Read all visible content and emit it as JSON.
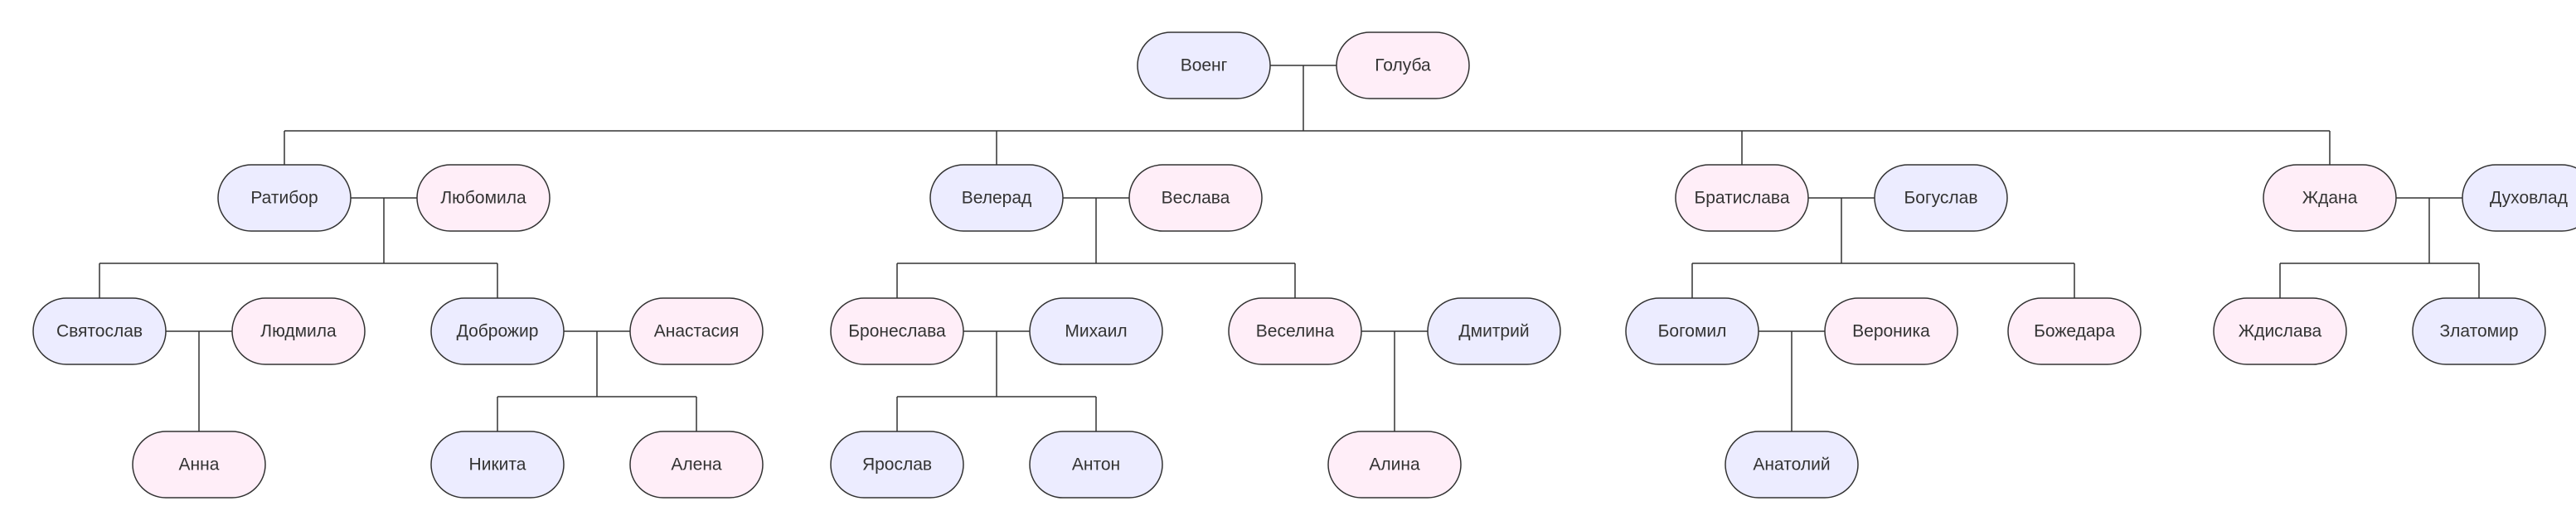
{
  "colors": {
    "male_fill": "#ECECFF",
    "female_fill": "#FFEEF8",
    "stroke": "#333333",
    "text": "#333333"
  },
  "nodes": {
    "voeng": {
      "label": "Военг",
      "gender": "male"
    },
    "goluba": {
      "label": "Голуба",
      "gender": "female"
    },
    "ratibor": {
      "label": "Ратибор",
      "gender": "male"
    },
    "lyubomila": {
      "label": "Любомила",
      "gender": "female"
    },
    "velerad": {
      "label": "Велерад",
      "gender": "male"
    },
    "veslava": {
      "label": "Веслава",
      "gender": "female"
    },
    "bratislava": {
      "label": "Братислава",
      "gender": "female"
    },
    "boguslav": {
      "label": "Богуслав",
      "gender": "male"
    },
    "zhdana": {
      "label": "Ждана",
      "gender": "female"
    },
    "dukhovlad": {
      "label": "Духовлад",
      "gender": "male"
    },
    "svyatoslav": {
      "label": "Святослав",
      "gender": "male"
    },
    "lyudmila": {
      "label": "Людмила",
      "gender": "female"
    },
    "dobrozhir": {
      "label": "Доброжир",
      "gender": "male"
    },
    "anastasiya": {
      "label": "Анастасия",
      "gender": "female"
    },
    "bronislava": {
      "label": "Бронеслава",
      "gender": "female"
    },
    "mikhail": {
      "label": "Михаил",
      "gender": "male"
    },
    "veselina": {
      "label": "Веселина",
      "gender": "female"
    },
    "dmitriy": {
      "label": "Дмитрий",
      "gender": "male"
    },
    "bogomil": {
      "label": "Богомил",
      "gender": "male"
    },
    "veronika": {
      "label": "Вероника",
      "gender": "female"
    },
    "bozhedara": {
      "label": "Божедара",
      "gender": "female"
    },
    "zhdislava": {
      "label": "Ждислава",
      "gender": "female"
    },
    "zlatomir": {
      "label": "Златомир",
      "gender": "male"
    },
    "anna": {
      "label": "Анна",
      "gender": "female"
    },
    "nikita": {
      "label": "Никита",
      "gender": "male"
    },
    "alena": {
      "label": "Алена",
      "gender": "female"
    },
    "yaroslav": {
      "label": "Ярослав",
      "gender": "male"
    },
    "anton": {
      "label": "Антон",
      "gender": "male"
    },
    "alina": {
      "label": "Алина",
      "gender": "female"
    },
    "anatoliy": {
      "label": "Анатолий",
      "gender": "male"
    }
  },
  "families": [
    {
      "parents": [
        "voeng",
        "goluba"
      ],
      "children": [
        "ratibor",
        "velerad",
        "bratislava",
        "zhdana"
      ]
    },
    {
      "parents": [
        "ratibor",
        "lyubomila"
      ],
      "children": [
        "svyatoslav",
        "dobrozhir"
      ]
    },
    {
      "parents": [
        "velerad",
        "veslava"
      ],
      "children": [
        "bronislava",
        "veselina"
      ]
    },
    {
      "parents": [
        "bratislava",
        "boguslav"
      ],
      "children": [
        "bogomil",
        "bozhedara"
      ]
    },
    {
      "parents": [
        "zhdana",
        "dukhovlad"
      ],
      "children": [
        "zhdislava",
        "zlatomir"
      ]
    },
    {
      "parents": [
        "svyatoslav",
        "lyudmila"
      ],
      "children": [
        "anna"
      ]
    },
    {
      "parents": [
        "dobrozhir",
        "anastasiya"
      ],
      "children": [
        "nikita",
        "alena"
      ]
    },
    {
      "parents": [
        "bronislava",
        "mikhail"
      ],
      "children": [
        "yaroslav",
        "anton"
      ]
    },
    {
      "parents": [
        "veselina",
        "dmitriy"
      ],
      "children": [
        "alina"
      ]
    },
    {
      "parents": [
        "bogomil",
        "veronika"
      ],
      "children": [
        "anatoliy"
      ]
    }
  ]
}
